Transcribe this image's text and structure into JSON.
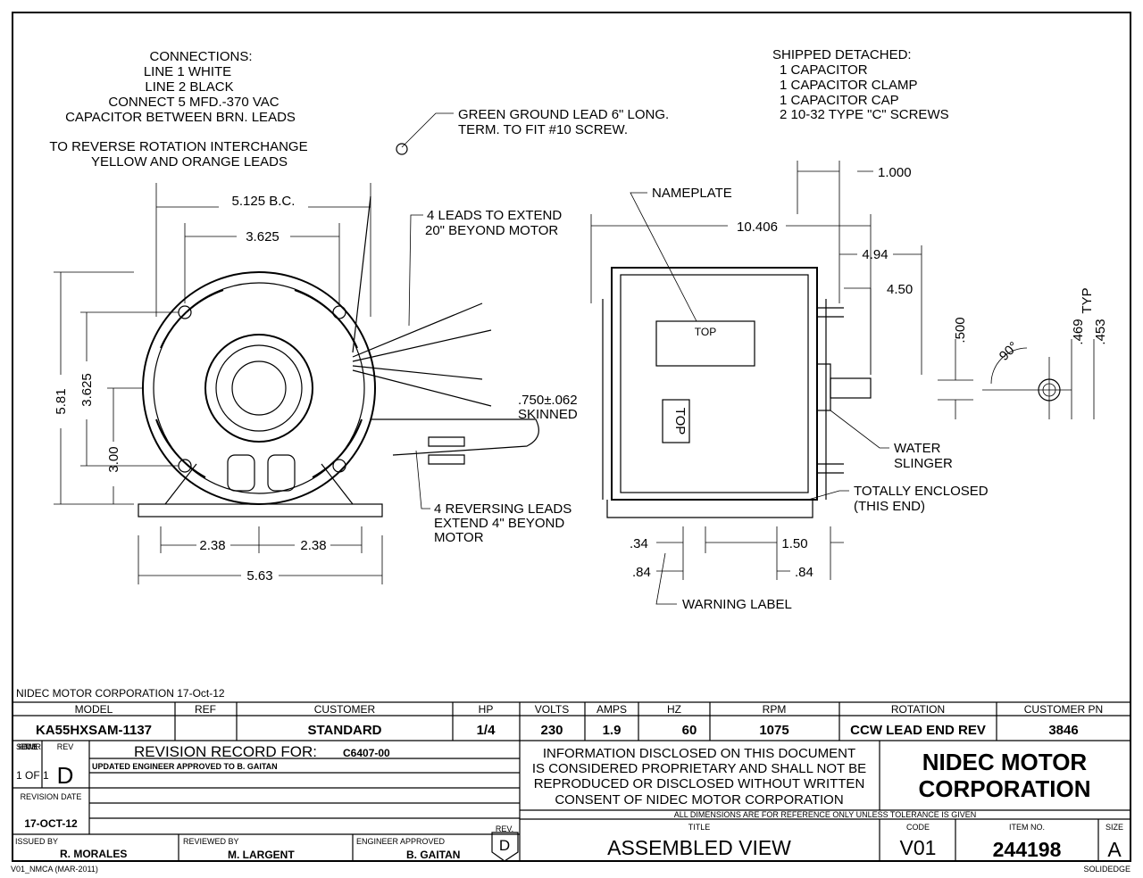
{
  "notes": {
    "connections": [
      "CONNECTIONS:",
      "LINE 1  WHITE",
      "LINE 2  BLACK",
      "CONNECT 5 MFD.-370 VAC",
      "CAPACITOR BETWEEN BRN. LEADS"
    ],
    "reverse": [
      "TO REVERSE ROTATION INTERCHANGE",
      "YELLOW AND ORANGE LEADS"
    ],
    "shipped": [
      "SHIPPED DETACHED:",
      "1 CAPACITOR",
      "1 CAPACITOR CLAMP",
      "1 CAPACITOR CAP",
      "2 10-32 TYPE \"C\" SCREWS"
    ],
    "ground": [
      "GREEN GROUND LEAD 6\" LONG.",
      "TERM. TO FIT #10 SCREW."
    ],
    "leads": [
      "4 LEADS TO EXTEND",
      "20\" BEYOND MOTOR"
    ],
    "skinned": [
      ".750±.062",
      "SKINNED"
    ],
    "reversing": [
      "4 REVERSING LEADS",
      "EXTEND 4\" BEYOND",
      "MOTOR"
    ],
    "nameplate": "NAMEPLATE",
    "top1": "TOP",
    "top2": "TOP",
    "water": [
      "WATER",
      "SLINGER"
    ],
    "enclosed": [
      "TOTALLY ENCLOSED",
      "(THIS END)"
    ],
    "warning": "WARNING LABEL"
  },
  "dims": {
    "bc": "5.125 B.C.",
    "d3625h": "3.625",
    "d581": "5.81",
    "d3625v": "3.625",
    "d300": "3.00",
    "d238a": "2.38",
    "d238b": "2.38",
    "d563": "5.63",
    "d1000": "1.000",
    "d10406": "10.406",
    "d494": "4.94",
    "d450": "4.50",
    "d500": ".500",
    "d90": "90°",
    "d469": ".469",
    "d453": ".453",
    "typ": "TYP",
    "d34": ".34",
    "d84a": ".84",
    "d84b": ".84",
    "d150": "1.50"
  },
  "title_block": {
    "header": "NIDEC MOTOR CORPORATION 17-Oct-12",
    "columns": [
      "MODEL",
      "REF",
      "CUSTOMER",
      "HP",
      "VOLTS",
      "AMPS",
      "HZ",
      "RPM",
      "ROTATION",
      "CUSTOMER PN"
    ],
    "values": [
      "KA55HXSAM-1137",
      "",
      "STANDARD",
      "1/4",
      "230",
      "1.9",
      "60",
      "1075",
      "CCW LEAD END REV",
      "3846"
    ],
    "sheet_label": "SHEET NUMBER",
    "sheet_value": "1 OF 1",
    "rev_label": "REV",
    "rev_value": "D",
    "revision_record_label": "REVISION RECORD FOR:",
    "revision_record_value": "C6407-00",
    "revision_line": "UPDATED ENGINEER APPROVED TO B. GAITAN",
    "revision_date_label": "REVISION DATE",
    "revision_date": "17-OCT-12",
    "issued_by_label": "ISSUED BY",
    "issued_by": "R. MORALES",
    "reviewed_by_label": "REVIEWED BY",
    "reviewed_by": "M. LARGENT",
    "engineer_label": "ENGINEER APPROVED",
    "engineer": "B. GAITAN",
    "rev_box_label": "REV.",
    "rev_box_value": "D",
    "disclaimer": [
      "INFORMATION DISCLOSED ON THIS DOCUMENT",
      "IS CONSIDERED PROPRIETARY AND SHALL NOT BE",
      "REPRODUCED OR DISCLOSED WITHOUT WRITTEN",
      "CONSENT OF NIDEC MOTOR CORPORATION"
    ],
    "company": [
      "NIDEC MOTOR",
      "CORPORATION"
    ],
    "dims_note": "ALL DIMENSIONS ARE FOR REFERENCE ONLY UNLESS TOLERANCE IS GIVEN",
    "title_label": "TITLE",
    "title": "ASSEMBLED VIEW",
    "code_label": "CODE",
    "code": "V01",
    "item_label": "ITEM NO.",
    "item": "244198",
    "size_label": "SIZE",
    "size": "A",
    "form": "V01_NMCA (MAR-2011)",
    "software": "SOLIDEDGE"
  }
}
